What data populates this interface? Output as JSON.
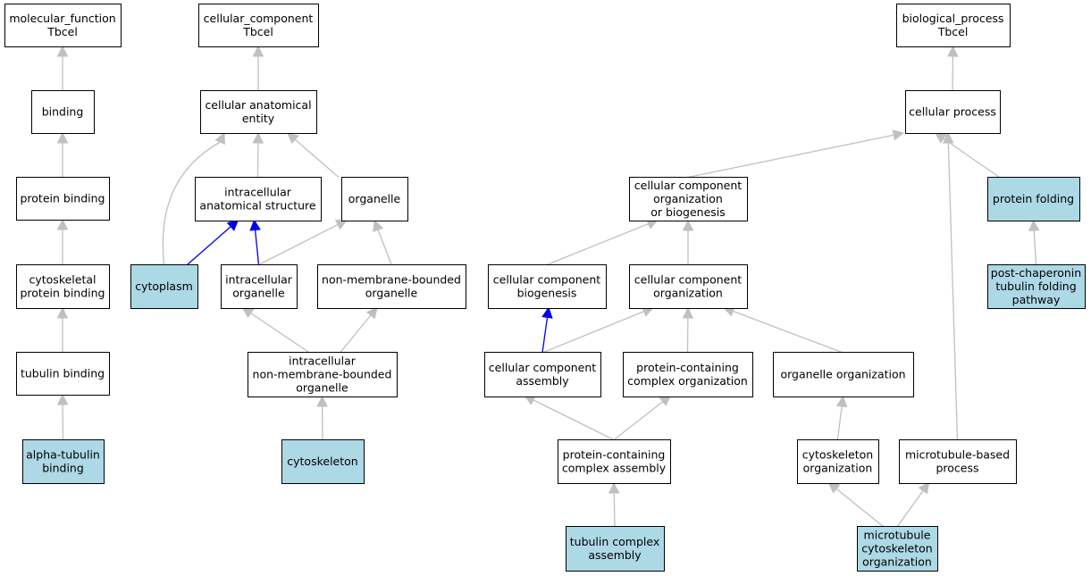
{
  "colors": {
    "annotated_fill": "#add8e6",
    "plain_fill": "#ffffff",
    "edge_gray": "#c0c0c0",
    "edge_blue": "#0000ee"
  },
  "nodes": [
    {
      "id": "mf_root",
      "lines": [
        "molecular_function",
        "Tbcel"
      ],
      "annotated": false
    },
    {
      "id": "binding",
      "lines": [
        "binding"
      ],
      "annotated": false
    },
    {
      "id": "protein_binding",
      "lines": [
        "protein binding"
      ],
      "annotated": false
    },
    {
      "id": "cytoskeletal_protein_binding",
      "lines": [
        "cytoskeletal",
        "protein binding"
      ],
      "annotated": false
    },
    {
      "id": "tubulin_binding",
      "lines": [
        "tubulin binding"
      ],
      "annotated": false
    },
    {
      "id": "alpha_tubulin_binding",
      "lines": [
        "alpha-tubulin",
        "binding"
      ],
      "annotated": true
    },
    {
      "id": "cc_root",
      "lines": [
        "cellular_component",
        "Tbcel"
      ],
      "annotated": false
    },
    {
      "id": "cellular_anatomical_entity",
      "lines": [
        "cellular anatomical",
        "entity"
      ],
      "annotated": false
    },
    {
      "id": "intracellular_anatomical_structure",
      "lines": [
        "intracellular",
        "anatomical structure"
      ],
      "annotated": false
    },
    {
      "id": "organelle",
      "lines": [
        "organelle"
      ],
      "annotated": false
    },
    {
      "id": "cytoplasm",
      "lines": [
        "cytoplasm"
      ],
      "annotated": true
    },
    {
      "id": "intracellular_organelle",
      "lines": [
        "intracellular",
        "organelle"
      ],
      "annotated": false
    },
    {
      "id": "non_membrane_bounded_organelle",
      "lines": [
        "non-membrane-bounded",
        "organelle"
      ],
      "annotated": false
    },
    {
      "id": "intracellular_nmb_organelle",
      "lines": [
        "intracellular",
        "non-membrane-bounded",
        "organelle"
      ],
      "annotated": false
    },
    {
      "id": "cytoskeleton",
      "lines": [
        "cytoskeleton"
      ],
      "annotated": true
    },
    {
      "id": "bp_root",
      "lines": [
        "biological_process",
        "Tbcel"
      ],
      "annotated": false
    },
    {
      "id": "cellular_process",
      "lines": [
        "cellular process"
      ],
      "annotated": false
    },
    {
      "id": "cc_org_or_biogenesis",
      "lines": [
        "cellular component",
        "organization",
        "or biogenesis"
      ],
      "annotated": false
    },
    {
      "id": "protein_folding",
      "lines": [
        "protein folding"
      ],
      "annotated": true
    },
    {
      "id": "cc_biogenesis",
      "lines": [
        "cellular component",
        "biogenesis"
      ],
      "annotated": false
    },
    {
      "id": "cc_organization",
      "lines": [
        "cellular component",
        "organization"
      ],
      "annotated": false
    },
    {
      "id": "post_chaperonin",
      "lines": [
        "post-chaperonin",
        "tubulin folding",
        "pathway"
      ],
      "annotated": true
    },
    {
      "id": "cc_assembly",
      "lines": [
        "cellular component",
        "assembly"
      ],
      "annotated": false
    },
    {
      "id": "pc_complex_organization",
      "lines": [
        "protein-containing",
        "complex organization"
      ],
      "annotated": false
    },
    {
      "id": "organelle_organization",
      "lines": [
        "organelle organization"
      ],
      "annotated": false
    },
    {
      "id": "pc_complex_assembly",
      "lines": [
        "protein-containing",
        "complex assembly"
      ],
      "annotated": false
    },
    {
      "id": "cytoskeleton_organization",
      "lines": [
        "cytoskeleton",
        "organization"
      ],
      "annotated": false
    },
    {
      "id": "microtubule_based_process",
      "lines": [
        "microtubule-based",
        "process"
      ],
      "annotated": false
    },
    {
      "id": "tubulin_complex_assembly",
      "lines": [
        "tubulin complex",
        "assembly"
      ],
      "annotated": true
    },
    {
      "id": "microtubule_cytoskeleton_org",
      "lines": [
        "microtubule",
        "cytoskeleton",
        "organization"
      ],
      "annotated": true
    }
  ],
  "edges": [
    {
      "from": "binding",
      "to": "mf_root",
      "kind": "is_a"
    },
    {
      "from": "protein_binding",
      "to": "binding",
      "kind": "is_a"
    },
    {
      "from": "cytoskeletal_protein_binding",
      "to": "protein_binding",
      "kind": "is_a"
    },
    {
      "from": "tubulin_binding",
      "to": "cytoskeletal_protein_binding",
      "kind": "is_a"
    },
    {
      "from": "alpha_tubulin_binding",
      "to": "tubulin_binding",
      "kind": "is_a"
    },
    {
      "from": "cellular_anatomical_entity",
      "to": "cc_root",
      "kind": "is_a"
    },
    {
      "from": "intracellular_anatomical_structure",
      "to": "cellular_anatomical_entity",
      "kind": "is_a"
    },
    {
      "from": "organelle",
      "to": "cellular_anatomical_entity",
      "kind": "is_a"
    },
    {
      "from": "cytoplasm",
      "to": "cellular_anatomical_entity",
      "kind": "is_a"
    },
    {
      "from": "cytoplasm",
      "to": "intracellular_anatomical_structure",
      "kind": "part_of"
    },
    {
      "from": "intracellular_organelle",
      "to": "intracellular_anatomical_structure",
      "kind": "part_of"
    },
    {
      "from": "intracellular_organelle",
      "to": "organelle",
      "kind": "is_a"
    },
    {
      "from": "non_membrane_bounded_organelle",
      "to": "organelle",
      "kind": "is_a"
    },
    {
      "from": "intracellular_nmb_organelle",
      "to": "intracellular_organelle",
      "kind": "is_a"
    },
    {
      "from": "intracellular_nmb_organelle",
      "to": "non_membrane_bounded_organelle",
      "kind": "is_a"
    },
    {
      "from": "cytoskeleton",
      "to": "intracellular_nmb_organelle",
      "kind": "is_a"
    },
    {
      "from": "cellular_process",
      "to": "bp_root",
      "kind": "is_a"
    },
    {
      "from": "cc_org_or_biogenesis",
      "to": "cellular_process",
      "kind": "is_a"
    },
    {
      "from": "protein_folding",
      "to": "cellular_process",
      "kind": "is_a"
    },
    {
      "from": "microtubule_based_process",
      "to": "cellular_process",
      "kind": "is_a"
    },
    {
      "from": "cc_biogenesis",
      "to": "cc_org_or_biogenesis",
      "kind": "is_a"
    },
    {
      "from": "cc_organization",
      "to": "cc_org_or_biogenesis",
      "kind": "is_a"
    },
    {
      "from": "post_chaperonin",
      "to": "protein_folding",
      "kind": "is_a"
    },
    {
      "from": "cc_assembly",
      "to": "cc_biogenesis",
      "kind": "part_of"
    },
    {
      "from": "cc_assembly",
      "to": "cc_organization",
      "kind": "is_a"
    },
    {
      "from": "pc_complex_organization",
      "to": "cc_organization",
      "kind": "is_a"
    },
    {
      "from": "organelle_organization",
      "to": "cc_organization",
      "kind": "is_a"
    },
    {
      "from": "pc_complex_assembly",
      "to": "cc_assembly",
      "kind": "is_a"
    },
    {
      "from": "pc_complex_assembly",
      "to": "pc_complex_organization",
      "kind": "is_a"
    },
    {
      "from": "cytoskeleton_organization",
      "to": "organelle_organization",
      "kind": "is_a"
    },
    {
      "from": "tubulin_complex_assembly",
      "to": "pc_complex_assembly",
      "kind": "is_a"
    },
    {
      "from": "microtubule_cytoskeleton_org",
      "to": "cytoskeleton_organization",
      "kind": "is_a"
    },
    {
      "from": "microtubule_cytoskeleton_org",
      "to": "microtubule_based_process",
      "kind": "is_a"
    }
  ]
}
